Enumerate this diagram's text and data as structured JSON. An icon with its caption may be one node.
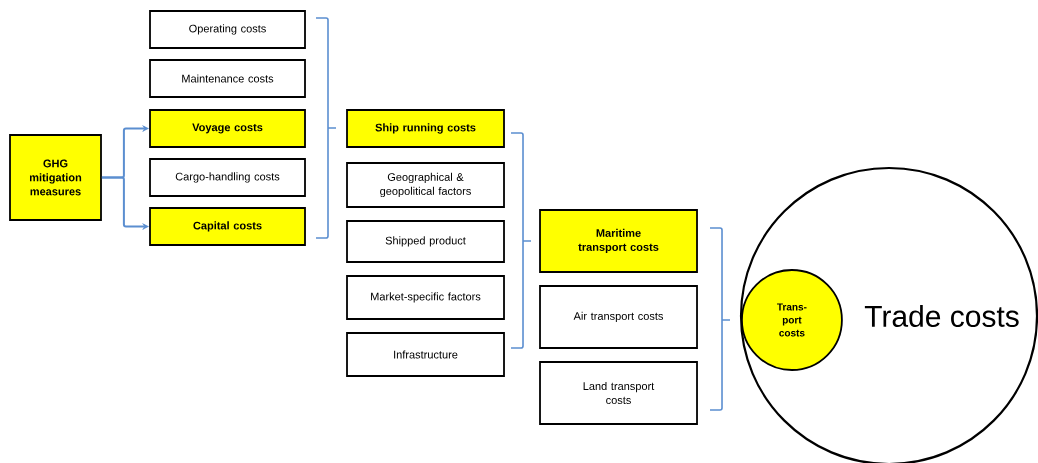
{
  "diagram": {
    "nodes": [
      {
        "text": [
          "GHG mitigation measures"
        ]
      },
      {
        "text": [
          "Operating costs"
        ]
      },
      {
        "text": [
          "Maintenance costs"
        ]
      },
      {
        "text": [
          "Voyage costs"
        ]
      },
      {
        "text": [
          "Cargo-handling costs"
        ]
      },
      {
        "text": [
          "Capital costs"
        ]
      },
      {
        "text": [
          "Ship running costs"
        ]
      },
      {
        "text": [
          "Geographical & geopolitical factors"
        ]
      },
      {
        "text": [
          "Shipped product"
        ]
      },
      {
        "text": [
          "Market-specific factors"
        ]
      },
      {
        "text": [
          "Infrastructure"
        ]
      },
      {
        "text": [
          "Maritime transport costs"
        ]
      },
      {
        "text": [
          "Air transport costs"
        ]
      },
      {
        "text": [
          "Land transport costs"
        ]
      },
      {
        "text": [
          "Trade costs"
        ]
      },
      {
        "text": [
          "Trans- port costs"
        ],
        "in": 14
      }
    ],
    "edges": [
      {
        "from": 0,
        "to": 3,
        "arrow": "to"
      },
      {
        "from": 0,
        "to": 5,
        "arrow": "to"
      }
    ]
  }
}
